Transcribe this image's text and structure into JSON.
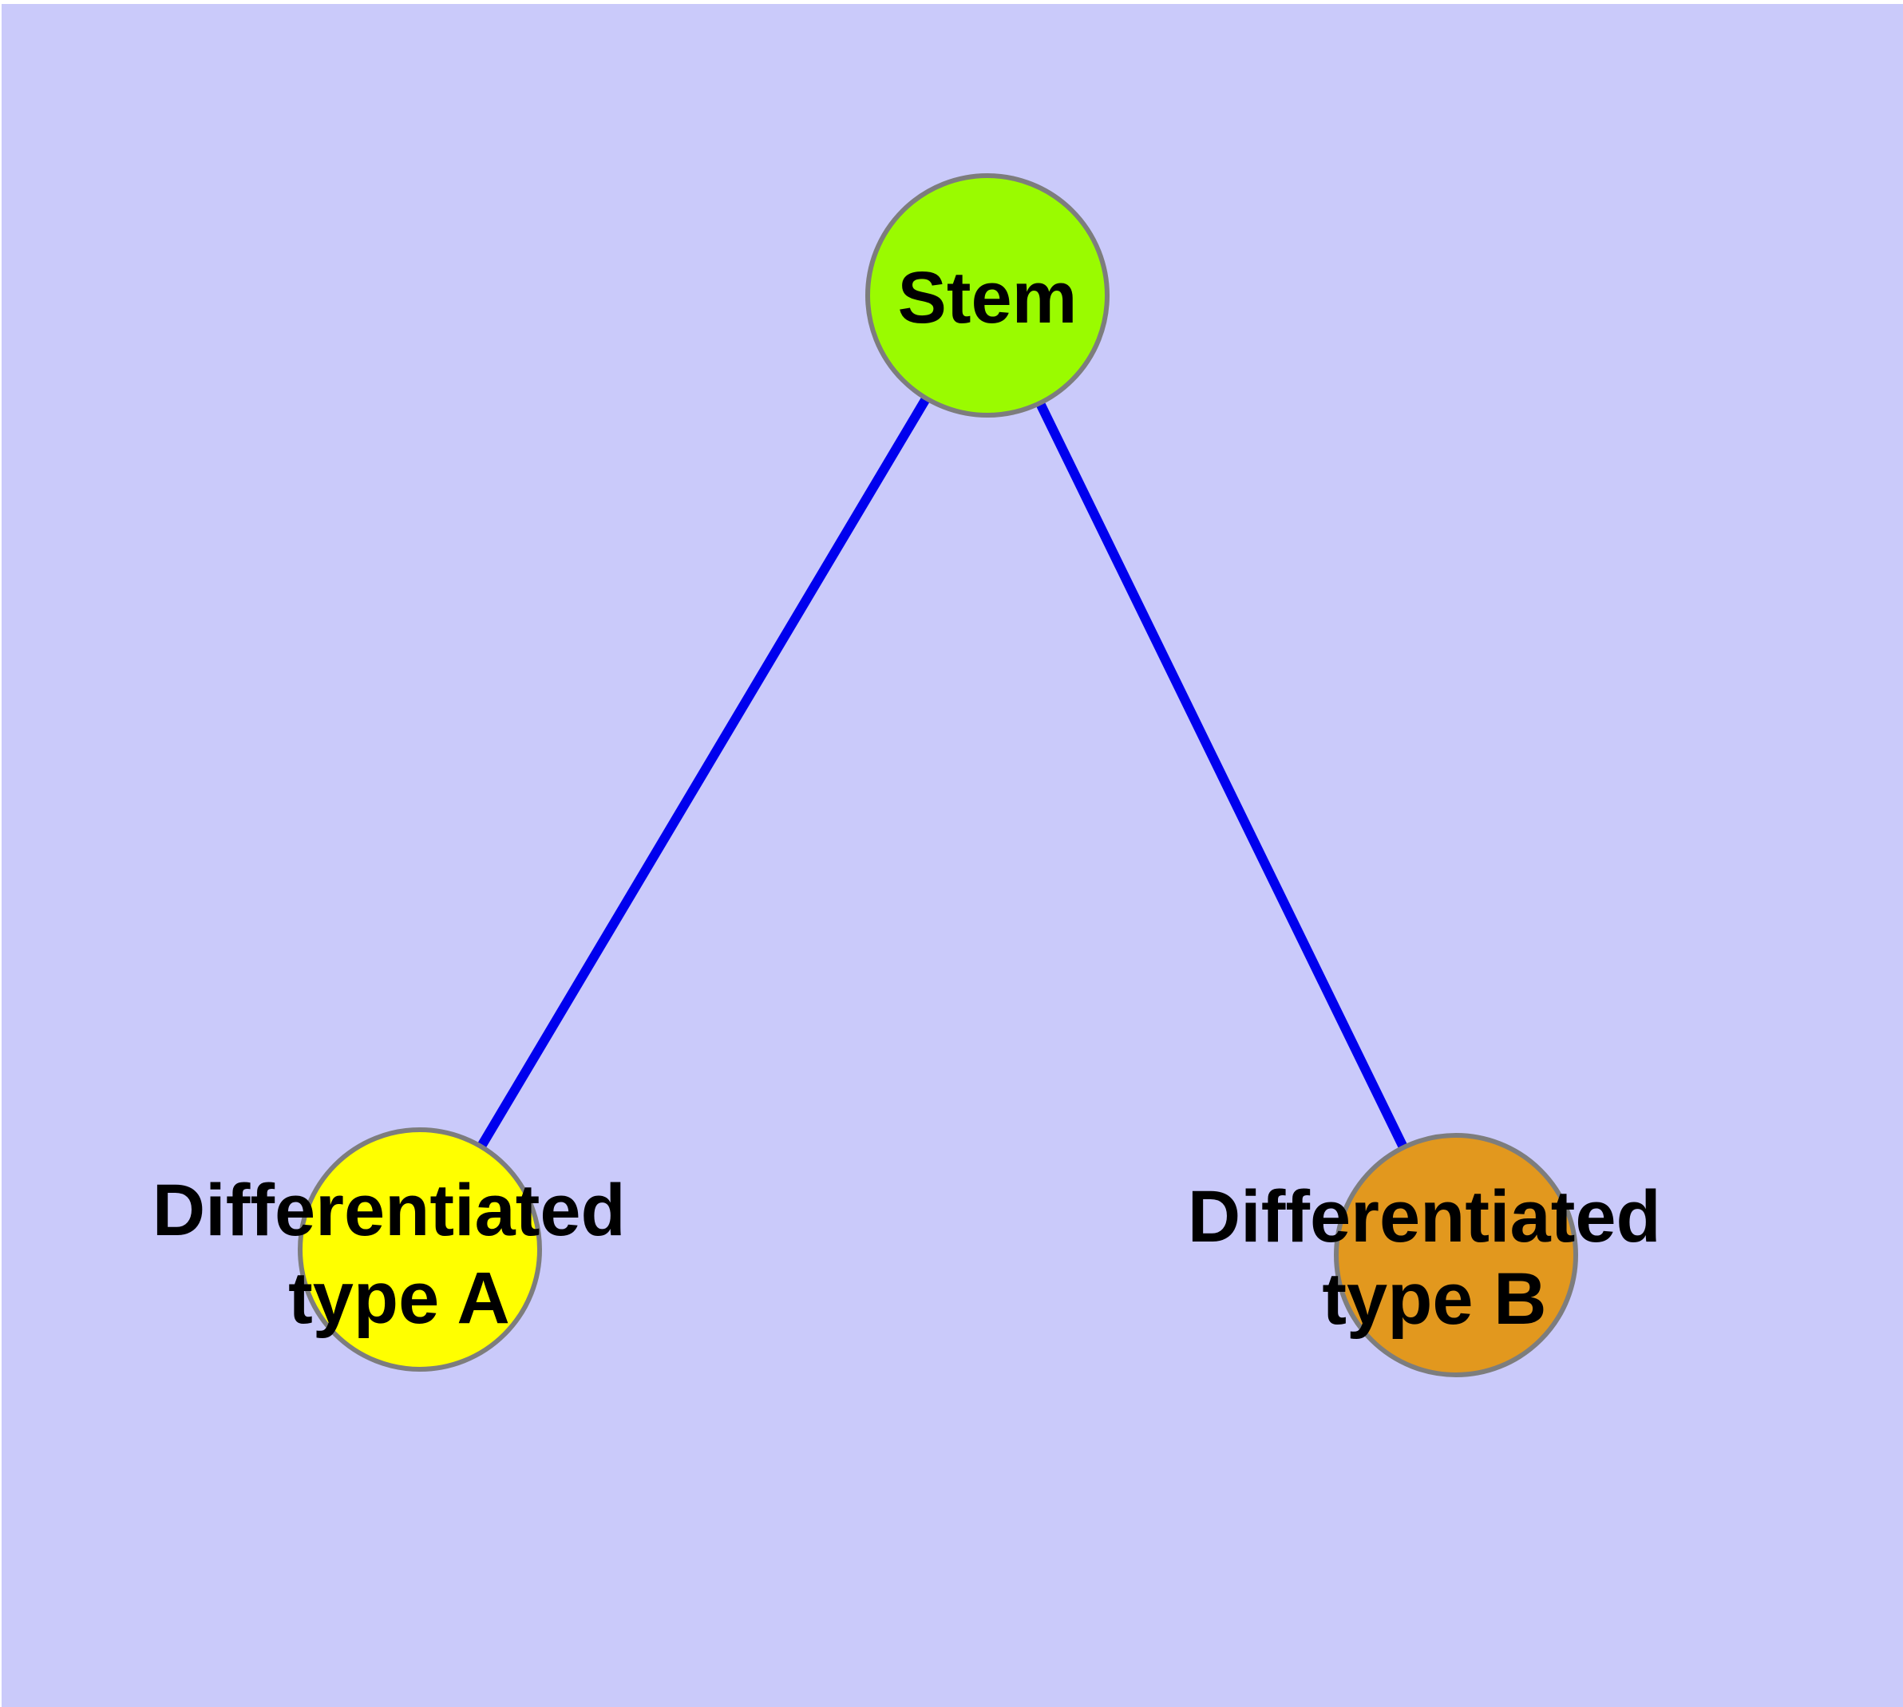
{
  "diagram": {
    "background_color": "#CACAFA",
    "node_border_color": "#7D7D7D",
    "edge_color": "#0000EE",
    "label_color": "#000000",
    "nodes": {
      "stem": {
        "label": "Stem",
        "fill": "#9AFB00"
      },
      "type_a": {
        "label": "Differentiated type A",
        "lines": [
          "Differentiated",
          "type A"
        ],
        "fill": "#FFFF00"
      },
      "type_b": {
        "label": "Differentiated type B",
        "lines": [
          "Differentiated",
          "type B"
        ],
        "fill": "#E2981E"
      }
    },
    "edges": [
      {
        "from": "Stem",
        "to": "Differentiated type A"
      },
      {
        "from": "Stem",
        "to": "Differentiated type B"
      }
    ]
  }
}
